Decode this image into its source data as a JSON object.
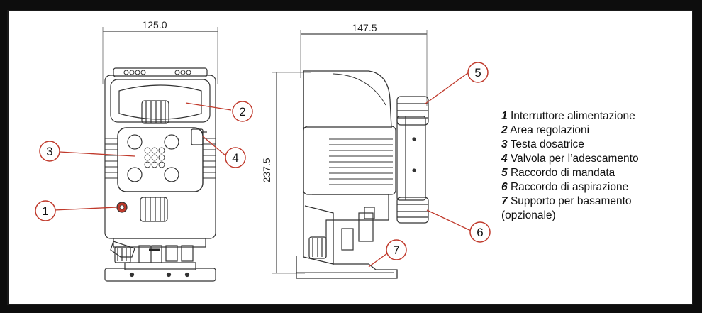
{
  "dimensions": {
    "front_width": "125.0",
    "side_width": "147.5",
    "height": "237.5"
  },
  "callouts": [
    "1",
    "2",
    "3",
    "4",
    "5",
    "6",
    "7"
  ],
  "legend": [
    {
      "num": "1",
      "text": "Interruttore alimentazione"
    },
    {
      "num": "2",
      "text": "Area regolazioni"
    },
    {
      "num": "3",
      "text": "Testa dosatrice"
    },
    {
      "num": "4",
      "text": "Valvola per l’adescamento"
    },
    {
      "num": "5",
      "text": "Raccordo di mandata"
    },
    {
      "num": "6",
      "text": "Raccordo di aspirazione"
    },
    {
      "num": "7",
      "text": "Supporto per basamento"
    }
  ],
  "legend_extra": "(opzionale)",
  "colors": {
    "frame": "#0d0d0d",
    "callout_red": "#c0392b",
    "drawing": "#333333"
  }
}
